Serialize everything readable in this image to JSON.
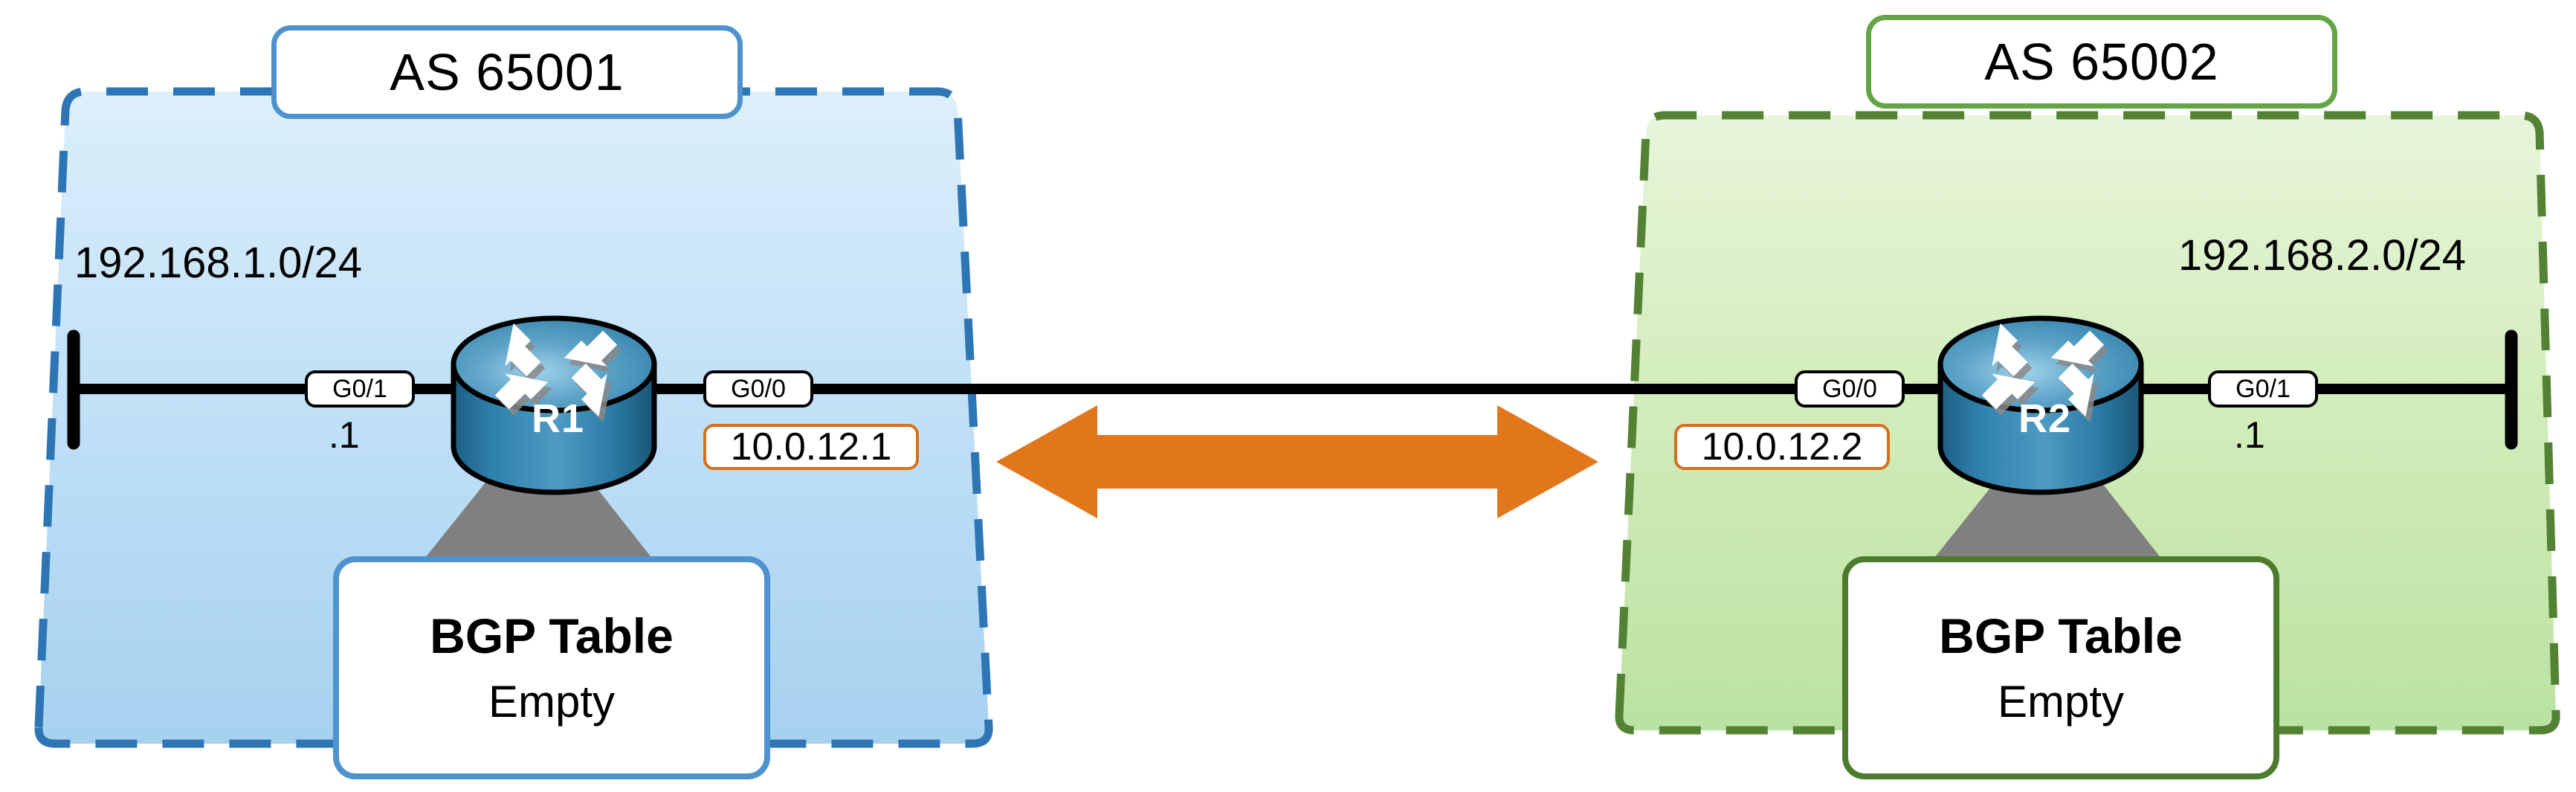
{
  "diagram": {
    "title": "BGP peering between AS 65001 and AS 65002",
    "colors": {
      "as_left_fill_top": "#D6ECFA",
      "as_left_fill_bottom": "#A8D2F0",
      "as_left_border": "#2E75B6",
      "as_left_chip_border": "#4E92CE",
      "as_right_fill_top": "#E2F2D2",
      "as_right_fill_bottom": "#B9E0A0",
      "as_right_border": "#548235",
      "as_right_chip_border": "#63A544",
      "peer_arrow": "#E2761B",
      "ip_box_border": "#D4711C",
      "router_body_dark": "#1F6085",
      "router_body_light": "#6FB3D6",
      "router_shadow": "#808080",
      "link_line": "#000000"
    }
  },
  "left_as": {
    "name": "AS 65001",
    "subnet_label": "192.168.1.0/24",
    "host_octet": ".1",
    "router": {
      "name": "R1",
      "lan_interface": "G0/1",
      "wan_interface": "G0/0",
      "wan_ip": "10.0.12.1"
    },
    "bgp_table": {
      "title": "BGP Table",
      "body": "Empty"
    }
  },
  "right_as": {
    "name": "AS 65002",
    "subnet_label": "192.168.2.0/24",
    "host_octet": ".1",
    "router": {
      "name": "R2",
      "lan_interface": "G0/1",
      "wan_interface": "G0/0",
      "wan_ip": "10.0.12.2"
    },
    "bgp_table": {
      "title": "BGP Table",
      "body": "Empty"
    }
  },
  "peering": {
    "arrow_icon": "double-headed-arrow-icon",
    "direction": "bidirectional"
  }
}
